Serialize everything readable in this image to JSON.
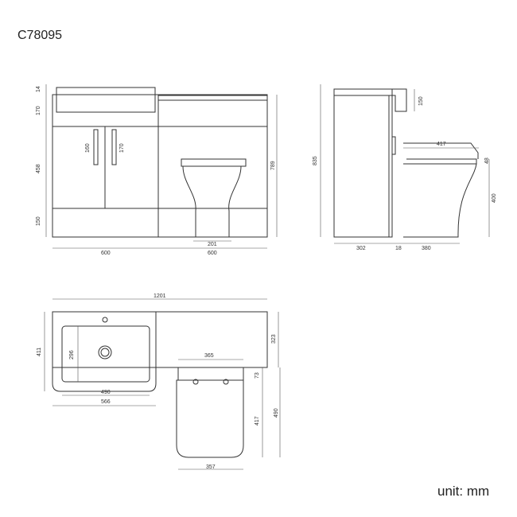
{
  "product_code": "C78095",
  "unit_label": "unit: mm",
  "front_view": {
    "heights": [
      "14",
      "170",
      "458",
      "150"
    ],
    "handle_dims": [
      "160",
      "170"
    ],
    "overall_height": "789",
    "pan_width": "201",
    "widths": [
      "600",
      "600"
    ]
  },
  "side_view": {
    "overall_height": "835",
    "tank_height": "150",
    "pan_length": "417",
    "seat_thickness": "48",
    "pan_height": "400",
    "depths": [
      "302",
      "18",
      "380"
    ]
  },
  "top_view": {
    "overall_width": "1201",
    "basin_depth": "411",
    "bowl_depth": "296",
    "cabinet_depth": "323",
    "bowl_width": "490",
    "basin_width": "566",
    "pan_width": "365",
    "pan_offset": "73",
    "pan_depth": "417",
    "pan_total": "490",
    "pan_front_width": "357"
  }
}
